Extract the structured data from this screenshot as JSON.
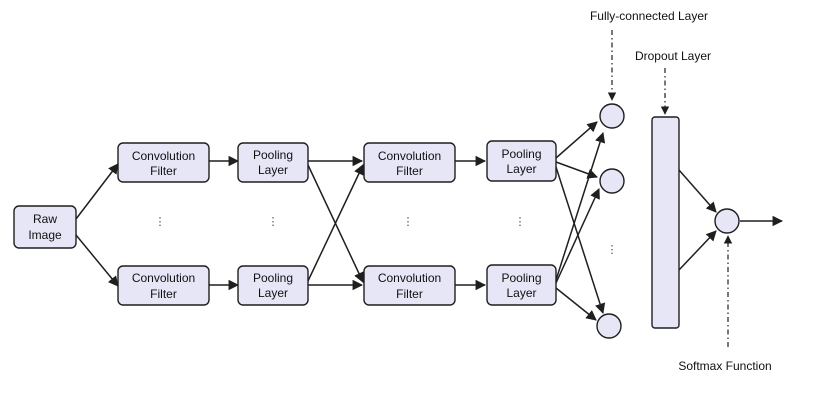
{
  "nodes": {
    "raw_image": {
      "line1": "Raw",
      "line2": "Image"
    },
    "conv_top_1": {
      "line1": "Convolution",
      "line2": "Filter"
    },
    "conv_bottom_1": {
      "line1": "Convolution",
      "line2": "Filter"
    },
    "pool_top_1": {
      "line1": "Pooling",
      "line2": "Layer"
    },
    "pool_bottom_1": {
      "line1": "Pooling",
      "line2": "Layer"
    },
    "conv_top_2": {
      "line1": "Convolution",
      "line2": "Filter"
    },
    "conv_bottom_2": {
      "line1": "Convolution",
      "line2": "Filter"
    },
    "pool_top_2": {
      "line1": "Pooling",
      "line2": "Layer"
    },
    "pool_bottom_2": {
      "line1": "Pooling",
      "line2": "Layer"
    }
  },
  "annotations": {
    "fully_connected": "Fully-connected Layer",
    "dropout": "Dropout Layer",
    "softmax": "Softmax Function"
  },
  "ellipsis": "⋮",
  "colors": {
    "node_fill": "#e6e6f7",
    "stroke": "#1f1f1f"
  }
}
